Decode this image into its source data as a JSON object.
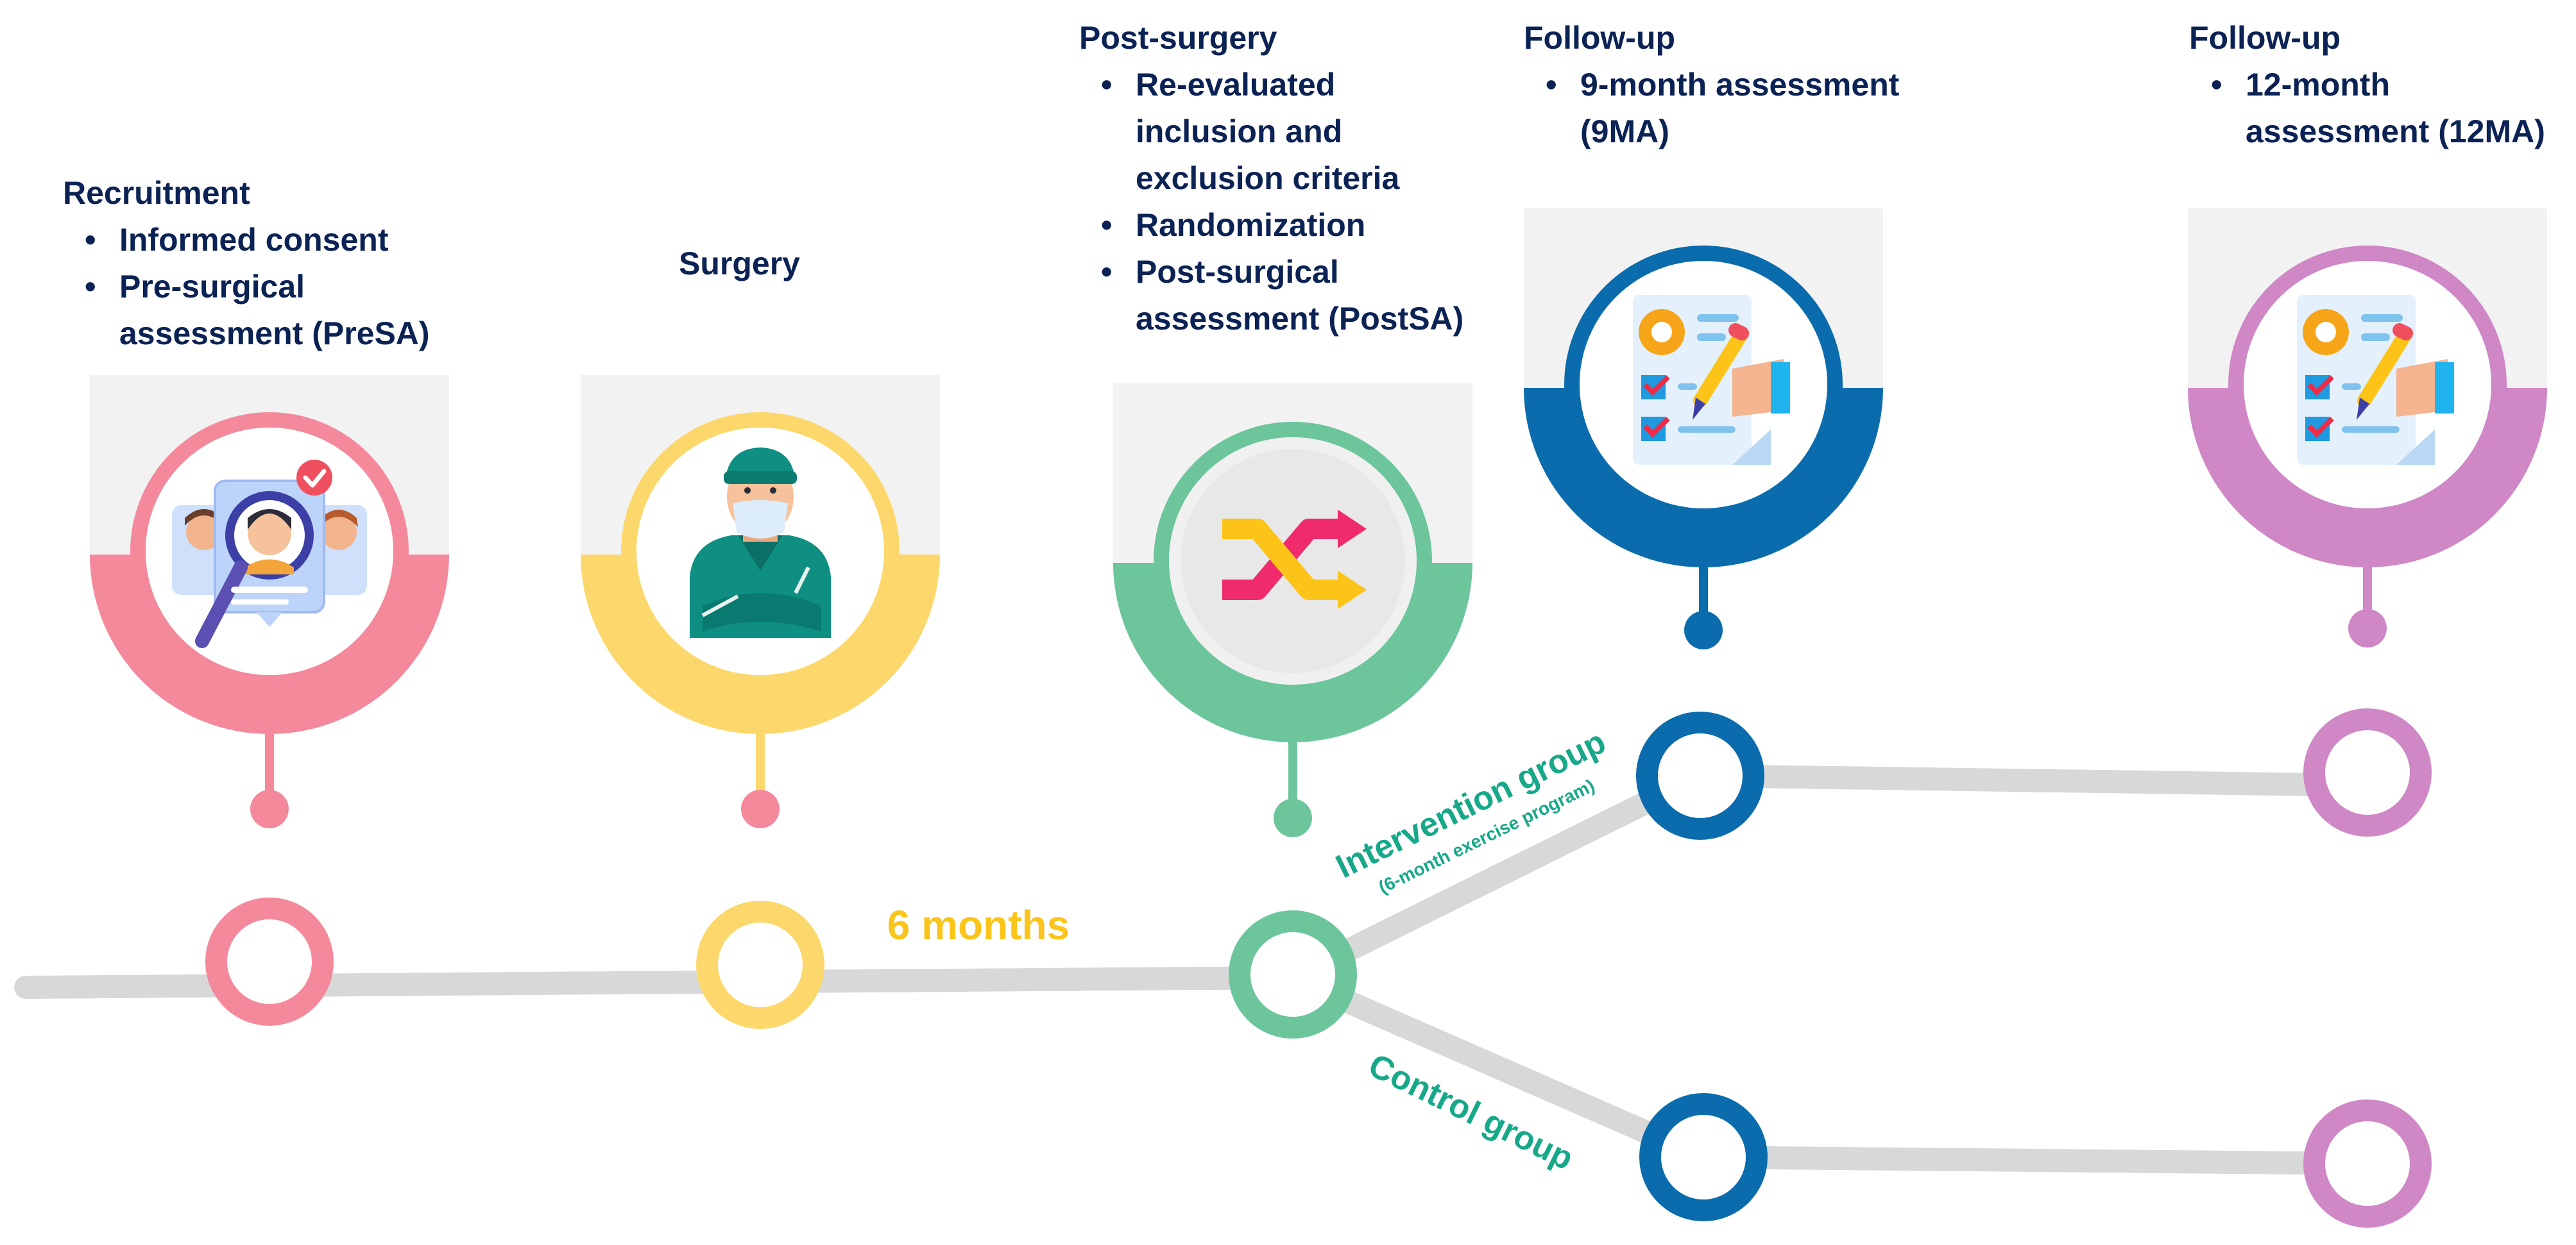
{
  "stages": [
    {
      "id": "recruitment",
      "title": "Recruitment",
      "items": [
        "Informed consent",
        "Pre-surgical assessment (PreSA)"
      ],
      "color": "#f4899b",
      "icon": "candidate-search-icon"
    },
    {
      "id": "surgery",
      "title": "Surgery",
      "items": [],
      "color": "#fcd86c",
      "icon": "surgeon-icon"
    },
    {
      "id": "post-surgery",
      "title": "Post-surgery",
      "items": [
        "Re-evaluated inclusion and exclusion criteria",
        "Randomization",
        "Post-surgical assessment (PostSA)"
      ],
      "color": "#6cc59b",
      "icon": "shuffle-icon"
    },
    {
      "id": "followup-9",
      "title": "Follow-up",
      "items": [
        "9-month assessment (9MA)"
      ],
      "color": "#0a6cad",
      "icon": "checklist-icon"
    },
    {
      "id": "followup-12",
      "title": "Follow-up",
      "items": [
        "12-month assessment (12MA)"
      ],
      "color": "#cf87c6",
      "icon": "checklist-icon"
    }
  ],
  "timeline": {
    "interval_label": "6 months",
    "interval_color": "#fbc41b",
    "group_label_color": "#17a889",
    "intervention_label": "Intervention group",
    "intervention_sublabel": "(6-month exercise program)",
    "control_label": "Control group",
    "line_color": "#d8d8d8"
  }
}
